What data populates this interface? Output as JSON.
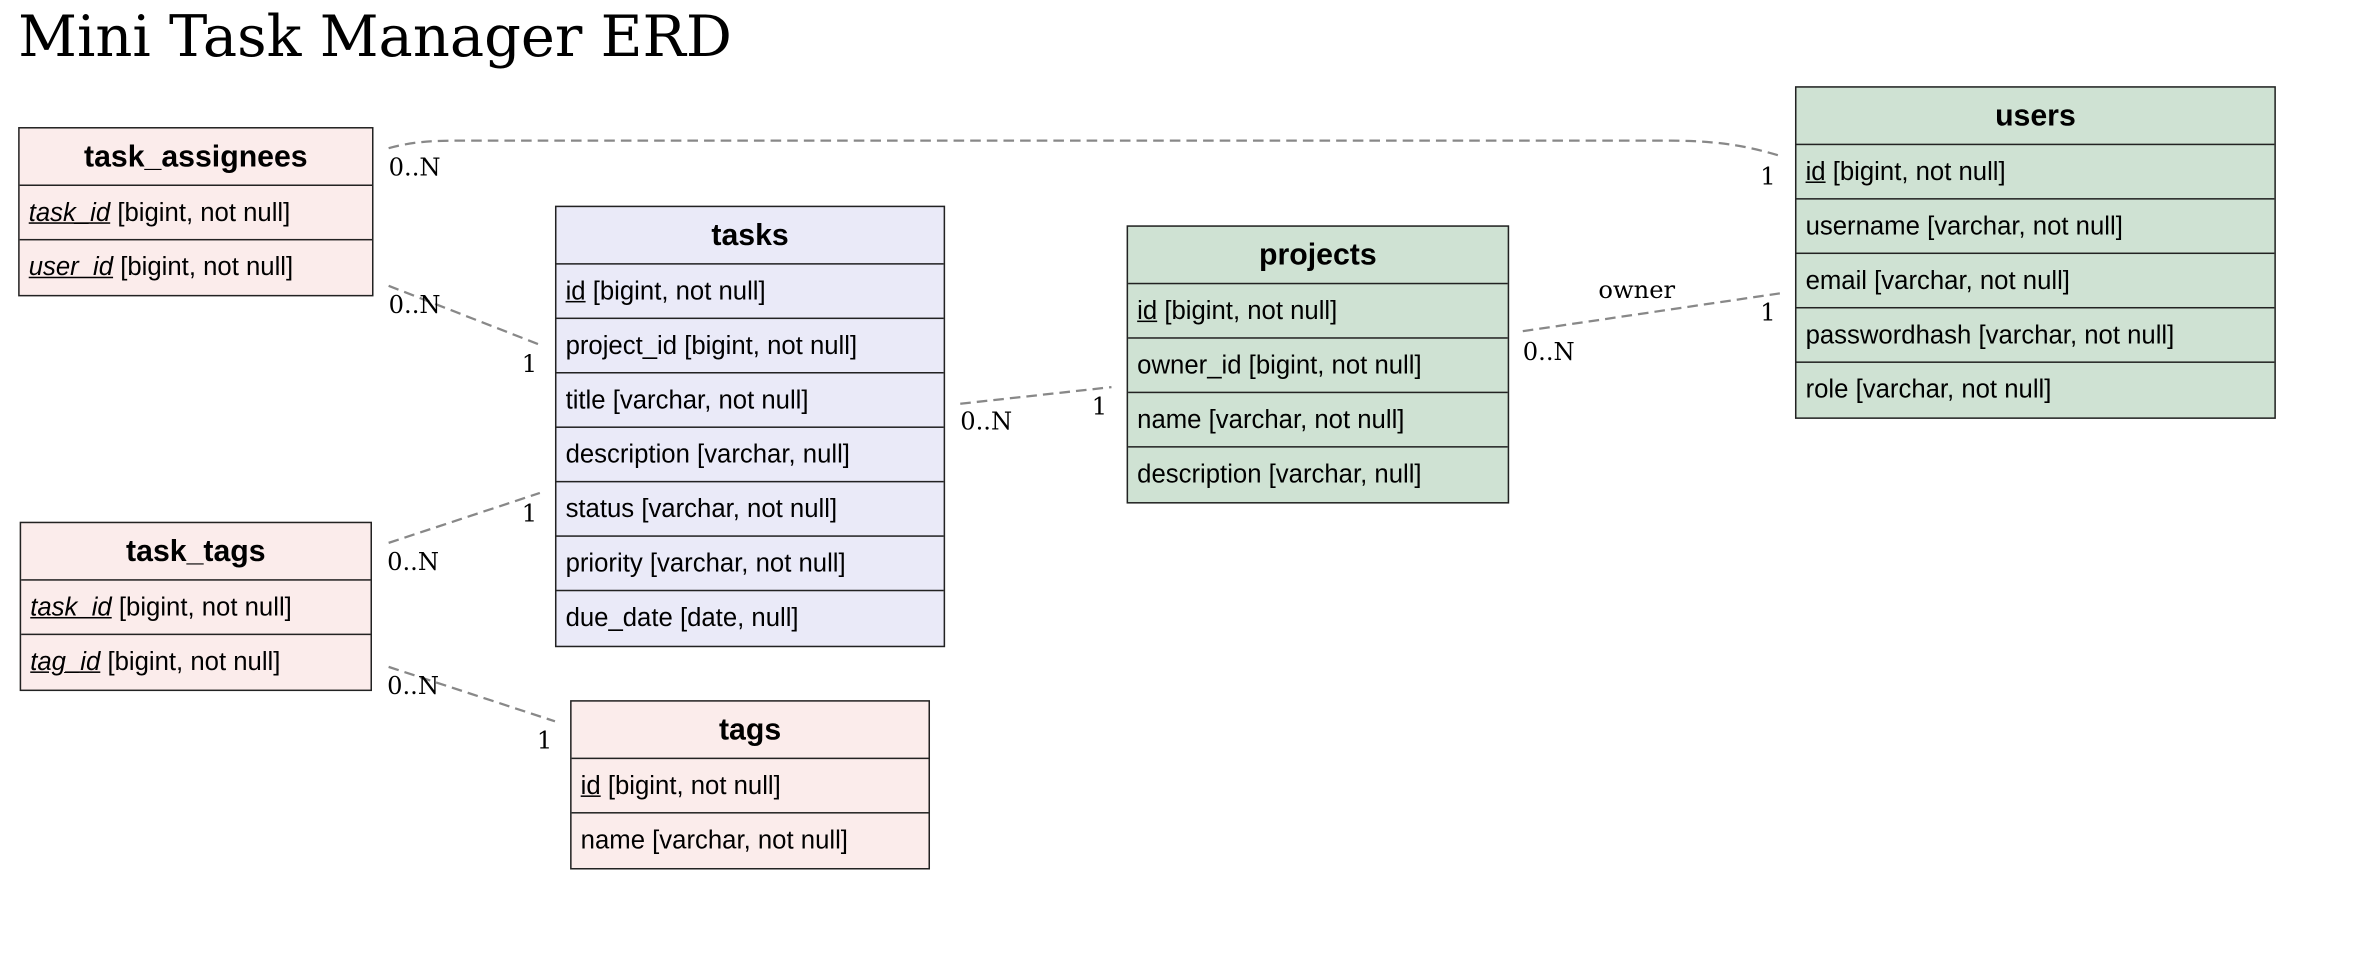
{
  "title": "Mini Task Manager ERD",
  "entities": {
    "task_assignees": {
      "name": "task_assignees",
      "fields": [
        {
          "name": "task_id",
          "type": "[bigint, not null]"
        },
        {
          "name": "user_id",
          "type": "[bigint, not null]"
        }
      ]
    },
    "task_tags": {
      "name": "task_tags",
      "fields": [
        {
          "name": "task_id",
          "type": "[bigint, not null]"
        },
        {
          "name": "tag_id",
          "type": "[bigint, not null]"
        }
      ]
    },
    "tasks": {
      "name": "tasks",
      "fields": [
        {
          "name": "id",
          "type": "[bigint, not null]"
        },
        {
          "name": "project_id",
          "type": "[bigint, not null]"
        },
        {
          "name": "title",
          "type": "[varchar, not null]"
        },
        {
          "name": "description",
          "type": "[varchar, null]"
        },
        {
          "name": "status",
          "type": "[varchar, not null]"
        },
        {
          "name": "priority",
          "type": "[varchar, not null]"
        },
        {
          "name": "due_date",
          "type": "[date, null]"
        }
      ]
    },
    "tags": {
      "name": "tags",
      "fields": [
        {
          "name": "id",
          "type": "[bigint, not null]"
        },
        {
          "name": "name",
          "type": "[varchar, not null]"
        }
      ]
    },
    "projects": {
      "name": "projects",
      "fields": [
        {
          "name": "id",
          "type": "[bigint, not null]"
        },
        {
          "name": "owner_id",
          "type": "[bigint, not null]"
        },
        {
          "name": "name",
          "type": "[varchar, not null]"
        },
        {
          "name": "description",
          "type": "[varchar, null]"
        }
      ]
    },
    "users": {
      "name": "users",
      "fields": [
        {
          "name": "id",
          "type": "[bigint, not null]"
        },
        {
          "name": "username",
          "type": "[varchar, not null]"
        },
        {
          "name": "email",
          "type": "[varchar, not null]"
        },
        {
          "name": "passwordhash",
          "type": "[varchar, not null]"
        },
        {
          "name": "role",
          "type": "[varchar, not null]"
        }
      ]
    }
  },
  "relationships": {
    "assignees_users": {
      "from_card": "0..N",
      "to_card": "1"
    },
    "assignees_tasks": {
      "from_card": "0..N",
      "to_card": "1"
    },
    "tags_tasks": {
      "from_card": "0..N",
      "to_card": "1"
    },
    "tasktags_tags": {
      "from_card": "0..N",
      "to_card": "1"
    },
    "tasks_projects": {
      "from_card": "0..N",
      "to_card": "1"
    },
    "projects_users": {
      "from_card": "0..N",
      "to_card": "1",
      "label": "owner"
    }
  },
  "colors": {
    "junction": "#fbeceb",
    "tasks": "#eaeaf8",
    "core": "#cfe2d3",
    "line": "#888888"
  }
}
